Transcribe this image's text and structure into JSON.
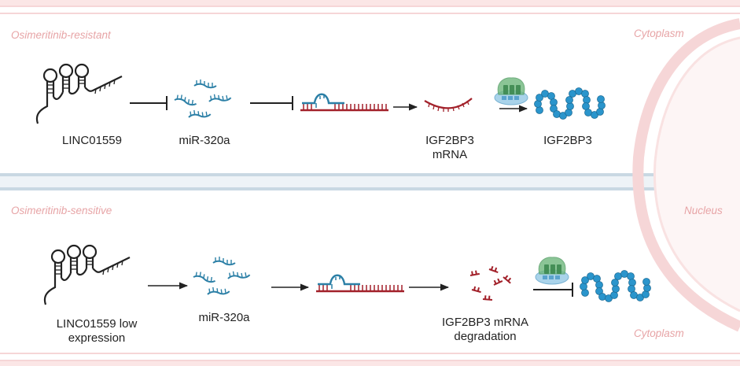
{
  "sections": {
    "top": "Osimeritinib-resistant",
    "bottom": "Osimeritinib-sensitive"
  },
  "compartments": {
    "cytoplasm_top": "Cytoplasm",
    "nucleus": "Nucleus",
    "cytoplasm_bottom": "Cytoplasm"
  },
  "resistant": {
    "lnc": "LINC01559",
    "mirna": "miR-320a",
    "mrna_line1": "IGF2BP3",
    "mrna_line2": "mRNA",
    "protein": "IGF2BP3"
  },
  "sensitive": {
    "lnc_line1": "LINC01559 low",
    "lnc_line2": "expression",
    "mirna": "miR-320a",
    "deg_line1": "IGF2BP3 mRNA",
    "deg_line2": "degradation"
  },
  "colors": {
    "membrane": "#f6d6d7",
    "membrane_edge": "#efb9bb",
    "divider": "#c9d8e3",
    "mirna": "#2b7fa6",
    "rna": "#a2212a",
    "protein": "#2a95cc",
    "ribosome_green": "#6fb77d",
    "ribosome_blue": "#a9d3ea"
  }
}
